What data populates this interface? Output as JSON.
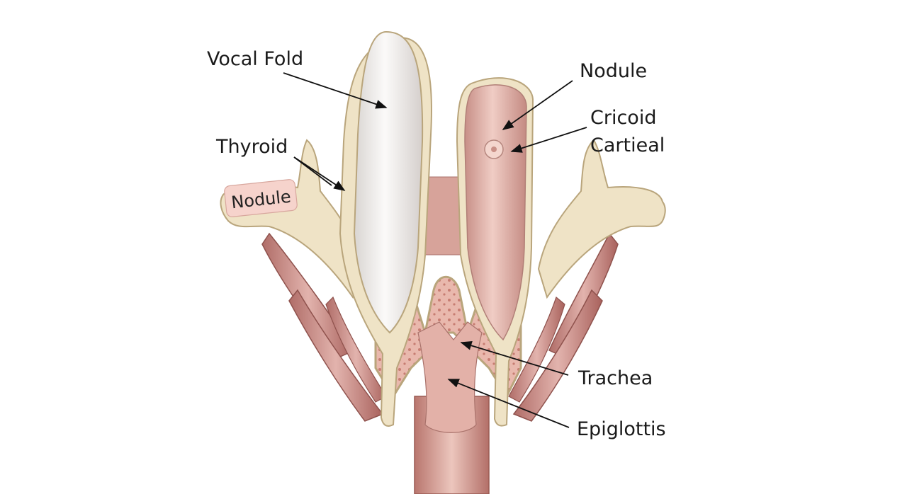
{
  "diagram": {
    "labels": {
      "vocal_fold": "Vocal Fold",
      "thyroid": "Thyroid",
      "nodule_tag": "Nodule",
      "nodule_right": "Nodule",
      "cricoid_line1": "Cricoid",
      "cricoid_line2": "Cartieal",
      "trachea": "Trachea",
      "epiglottis": "Epiglottis"
    },
    "colors": {
      "cartilage_fill": "#efe3c6",
      "cartilage_stroke": "#b9a57c",
      "vocal_fold_white": "#f2f0ee",
      "pink_tissue": "#dfaea4",
      "muscle": "#c98a84",
      "trachea": "#cf958c",
      "tag_fill": "#f6d3cc"
    }
  }
}
